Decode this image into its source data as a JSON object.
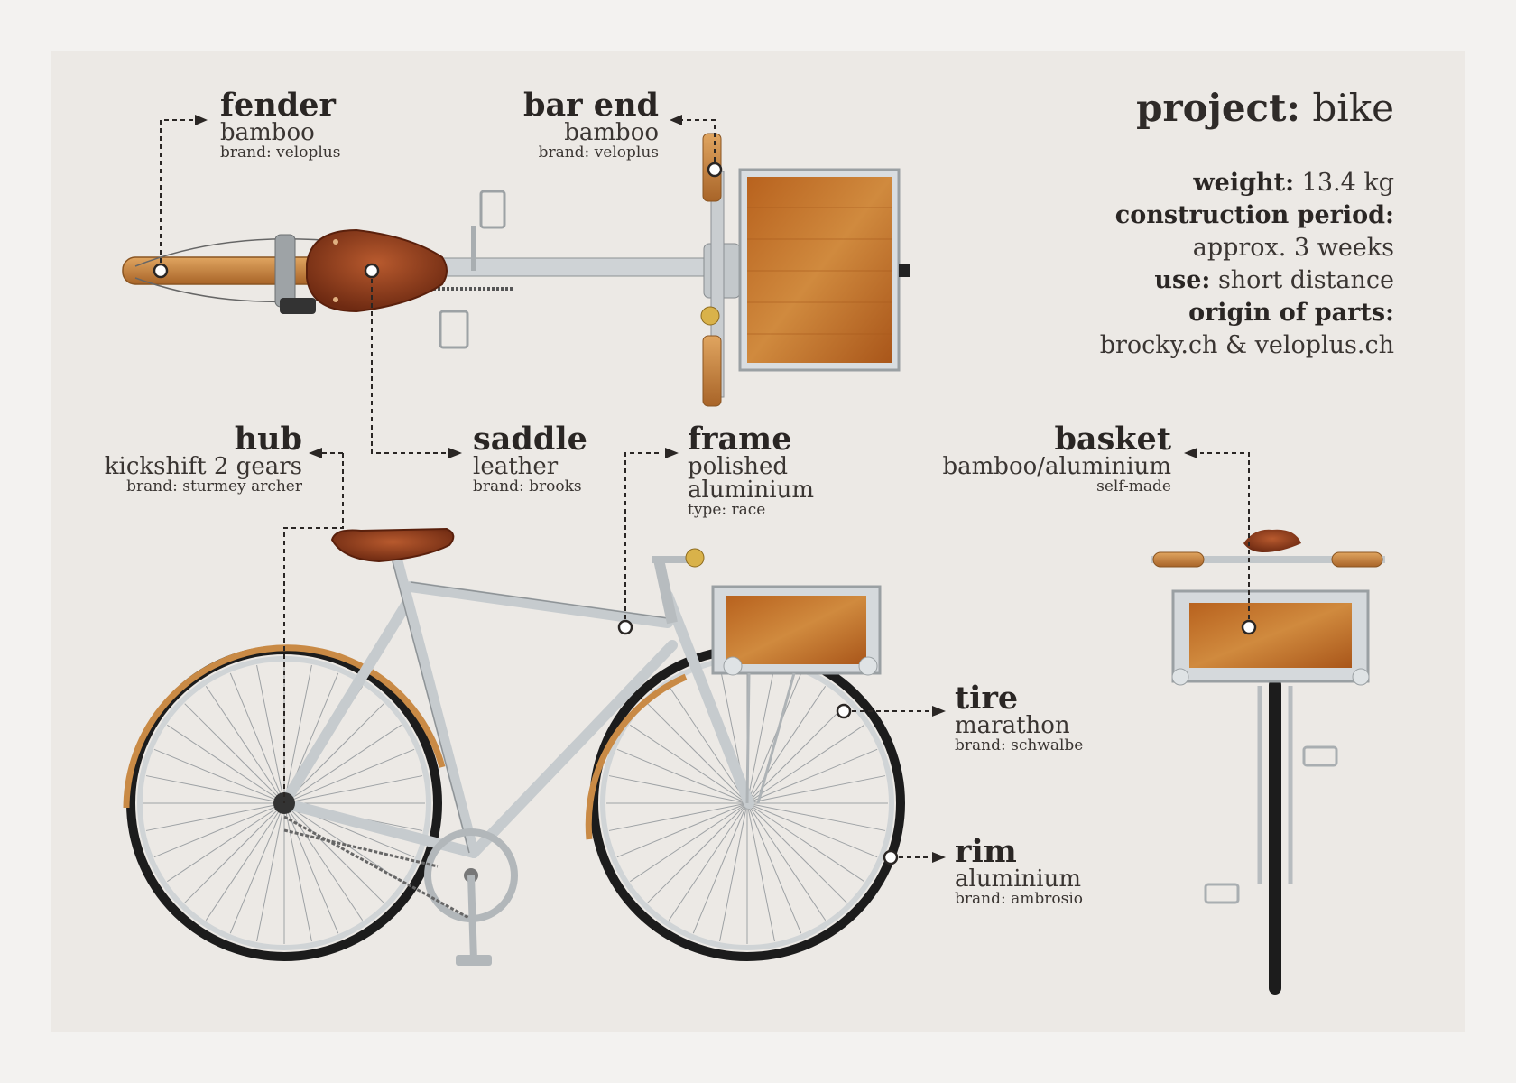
{
  "title": {
    "bold": "project:",
    "rest": "bike"
  },
  "specs": {
    "weight_label": "weight:",
    "weight_value": "13.4 kg",
    "construction_label": "construction period:",
    "construction_value": "approx. 3 weeks",
    "use_label": "use:",
    "use_value": "short distance",
    "origin_label": "origin of parts:",
    "origin_value": "brocky.ch & veloplus.ch"
  },
  "labels": {
    "fender": {
      "name": "fender",
      "material": "bamboo",
      "brand": "brand: veloplus"
    },
    "bar_end": {
      "name": "bar end",
      "material": "bamboo",
      "brand": "brand: veloplus"
    },
    "hub": {
      "name": "hub",
      "material": "kickshift 2 gears",
      "brand": "brand: sturmey archer"
    },
    "saddle": {
      "name": "saddle",
      "material": "leather",
      "brand": "brand: brooks"
    },
    "frame": {
      "name": "frame",
      "material_1": "polished",
      "material_2": "aluminium",
      "brand": "type: race"
    },
    "basket": {
      "name": "basket",
      "material": "bamboo/aluminium",
      "brand": "self-made"
    },
    "tire": {
      "name": "tire",
      "material": "marathon",
      "brand": "brand: schwalbe"
    },
    "rim": {
      "name": "rim",
      "material": "aluminium",
      "brand": "brand: ambrosio"
    }
  },
  "colors": {
    "paper": "#ece9e5",
    "bamboo": "#c98a45",
    "leather": "#8a3a1c",
    "aluminium": "#c9cdd0",
    "tire": "#1c1c1c",
    "text": "#2a2624"
  }
}
